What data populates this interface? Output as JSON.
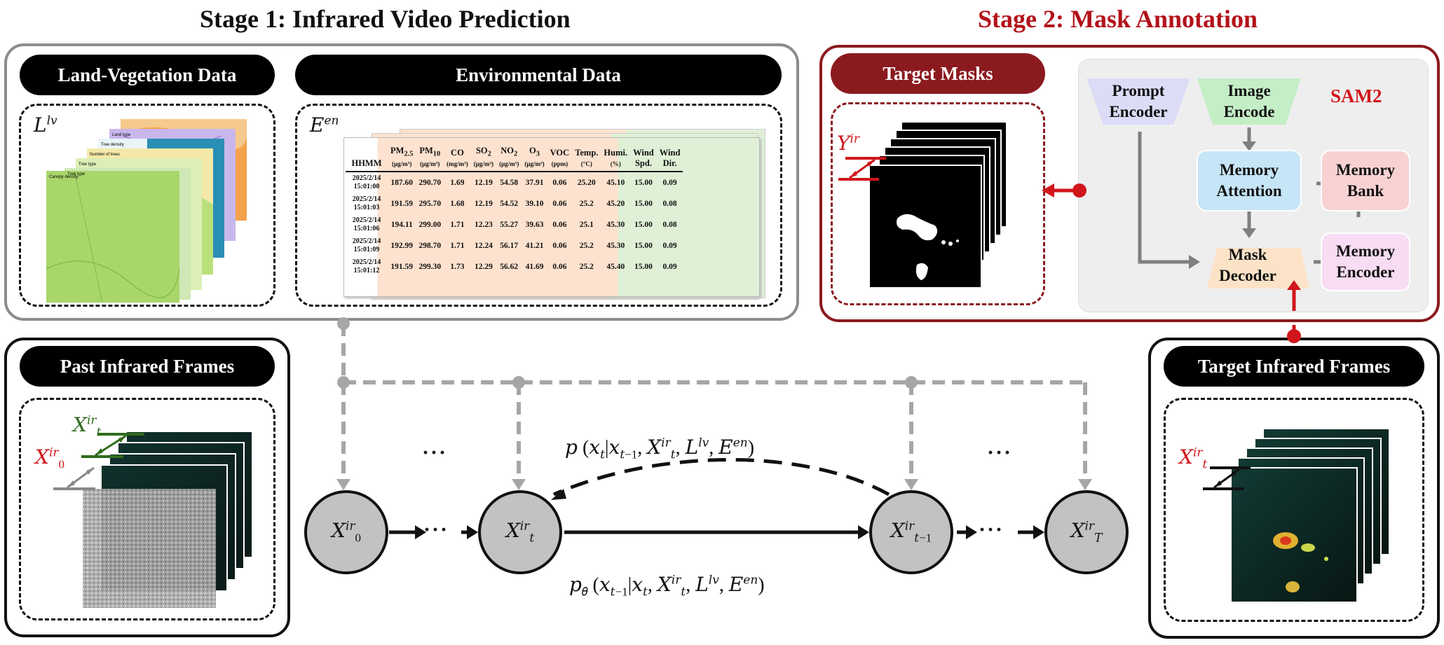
{
  "stage1": {
    "title": "Stage 1:  Infrared Video Prediction"
  },
  "stage2": {
    "title": "Stage 2: Mask Annotation",
    "color": "#b3121a"
  },
  "land_vegetation": {
    "label": "Land-Vegetation Data",
    "symbol": "𝐿",
    "symbol_sup": "𝑙𝑣",
    "layer_labels": [
      "Canopy density",
      "Tree type",
      "Tree type",
      "Number of trees",
      "Tree density",
      "Land type"
    ]
  },
  "environmental": {
    "label": "Environmental Data",
    "symbol": "𝐸",
    "symbol_sup": "𝑒𝑛",
    "headers": [
      "HHMM",
      "PM2.5 (μg/m3)",
      "PM10 (μg/m3)",
      "CO (mg/m3)",
      "SO2 (μg/m3)",
      "NO2 (μg/m3)",
      "O3 (μg/m3)",
      "VOC (ppm)",
      "Temp. (°C)",
      "Humi. (%)",
      "Wind Spd.",
      "Wind Dir."
    ],
    "header_main": [
      "HHMM",
      "PM",
      "PM",
      "CO",
      "SO",
      "NO",
      "O",
      "VOC",
      "Temp.",
      "Humi.",
      "Wind",
      "Wind"
    ],
    "header_sub": [
      "",
      "2.5",
      "10",
      "",
      "2",
      "2",
      "3",
      "",
      "",
      "",
      "",
      ""
    ],
    "header_unit": [
      "",
      "(μg/m³)",
      "(μg/m³)",
      "(mg/m³)",
      "(μg/m³)",
      "(μg/m³)",
      "(μg/m³)",
      "(ppm)",
      "(°C)",
      "(%)",
      "Spd.",
      "Dir."
    ],
    "rows": [
      [
        "2025/2/14 15:01:00",
        "187.60",
        "290.70",
        "1.69",
        "12.19",
        "54.58",
        "37.91",
        "0.06",
        "25.20",
        "45.10",
        "15.00",
        "0.09"
      ],
      [
        "2025/2/14 15:01:03",
        "191.59",
        "295.70",
        "1.68",
        "12.19",
        "54.52",
        "39.10",
        "0.06",
        "25.2",
        "45.20",
        "15.00",
        "0.08"
      ],
      [
        "2025/2/14 15:01:06",
        "194.11",
        "299.00",
        "1.71",
        "12.23",
        "55.27",
        "39.63",
        "0.06",
        "25.1",
        "45.30",
        "15.00",
        "0.08"
      ],
      [
        "2025/2/14 15:01:09",
        "192.99",
        "298.70",
        "1.71",
        "12.24",
        "56.17",
        "41.21",
        "0.06",
        "25.2",
        "45.30",
        "15.00",
        "0.09"
      ],
      [
        "2025/2/14 15:01:12",
        "191.59",
        "299.30",
        "1.73",
        "12.29",
        "56.62",
        "41.69",
        "0.06",
        "25.2",
        "45.40",
        "15.00",
        "0.09"
      ]
    ]
  },
  "past_frames": {
    "label": "Past Infrared Frames",
    "symbol_green": "𝑋",
    "symbol_green_sup": "𝑖𝑟",
    "symbol_green_sub": "𝑡",
    "symbol_red": "𝑋",
    "symbol_red_sup": "𝑖𝑟",
    "symbol_red_sub": "0"
  },
  "target_masks": {
    "label": "Target Masks",
    "symbol": "𝑌",
    "symbol_sup": "𝑖𝑟"
  },
  "target_frames": {
    "label": "Target Infrared Frames",
    "symbol": "𝑋",
    "symbol_sup": "𝑖𝑟",
    "symbol_sub": "𝑡"
  },
  "sam2": {
    "title": "SAM2",
    "prompt_encoder": "Prompt Encoder",
    "image_encode": "Image Encode",
    "memory_attention": "Memory Attention",
    "memory_bank": "Memory Bank",
    "mask_decoder": "Mask Decoder",
    "memory_encoder": "Memory Encoder",
    "colors": {
      "prompt": "#dcdcf7",
      "image": "#c4eec6",
      "attention": "#c6e5f7",
      "bank": "#f8d2d2",
      "decoder": "#fce3c8",
      "encoder": "#f7dcf3",
      "panel": "#eeeeee",
      "arrow": "#7f7f7f"
    }
  },
  "nodes": [
    {
      "base": "𝑋",
      "sup": "𝑖𝑟",
      "sub": "0"
    },
    {
      "base": "𝑋",
      "sup": "𝑖𝑟",
      "sub": "𝑡"
    },
    {
      "base": "𝑋",
      "sup": "𝑖𝑟",
      "sub": "𝑡−1"
    },
    {
      "base": "𝑋",
      "sup": "𝑖𝑟",
      "sub": "𝑇"
    }
  ],
  "ellipsis": "···",
  "formula_top": "𝑝 (𝑥𝑡|𝑥𝑡−1, 𝑋𝑖𝑟𝑡, 𝐿𝑙𝑣, 𝐸𝑒𝑛)",
  "formula_bottom": "𝑝𝜃 (𝑥𝑡−1|𝑥𝑡, 𝑋𝑖𝑟𝑡, 𝐿𝑙𝑣, 𝐸𝑒𝑛)",
  "formula_top_parts": {
    "p": "𝑝",
    "a": "𝑥",
    "a_sub": "𝑡",
    "bar_b": "𝑥",
    "b_sub": "𝑡−1",
    "c": "𝑋",
    "c_sup": "𝑖𝑟",
    "c_sub": "𝑡",
    "d": "𝐿",
    "d_sup": "𝑙𝑣",
    "e": "𝐸",
    "e_sup": "𝑒𝑛"
  },
  "formula_bottom_parts": {
    "p": "𝑝",
    "p_sub": "𝜃",
    "a": "𝑥",
    "a_sub": "𝑡−1",
    "bar_b": "𝑥",
    "b_sub": "𝑡",
    "c": "𝑋",
    "c_sup": "𝑖𝑟",
    "c_sub": "𝑡",
    "d": "𝐿",
    "d_sup": "𝑙𝑣",
    "e": "𝐸",
    "e_sup": "𝑒𝑛"
  }
}
